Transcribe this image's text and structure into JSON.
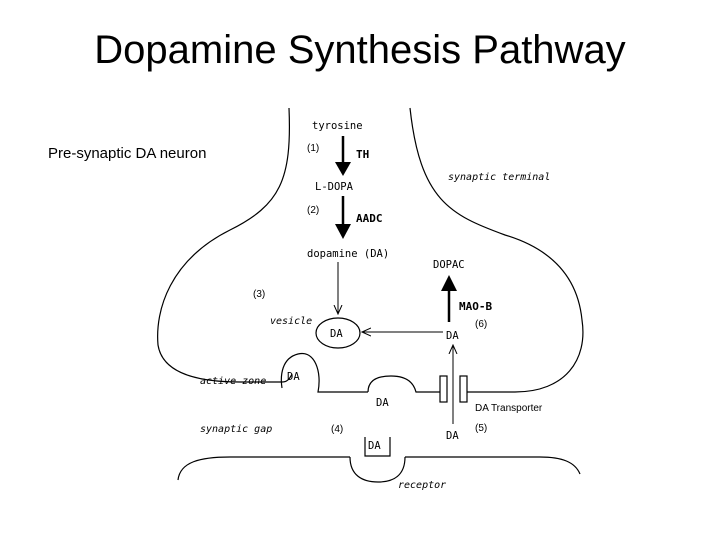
{
  "title": "Dopamine Synthesis Pathway",
  "neuron_label": "Pre-synaptic DA neuron",
  "molecules": {
    "tyrosine": "tyrosine",
    "ldopa": "L-DOPA",
    "dopamine": "dopamine (DA)",
    "dopac": "DOPAC",
    "da": "DA"
  },
  "enzymes": {
    "th": "TH",
    "aadc": "AADC",
    "maob": "MAO-B"
  },
  "steps": [
    "(1)",
    "(2)",
    "(3)",
    "(4)",
    "(5)",
    "(6)"
  ],
  "regions": {
    "synaptic_terminal": "synaptic terminal",
    "vesicle": "vesicle",
    "active_zone": "active zone",
    "synaptic_gap": "synaptic gap",
    "receptor": "receptor"
  },
  "transporter_label": "DA Transporter"
}
